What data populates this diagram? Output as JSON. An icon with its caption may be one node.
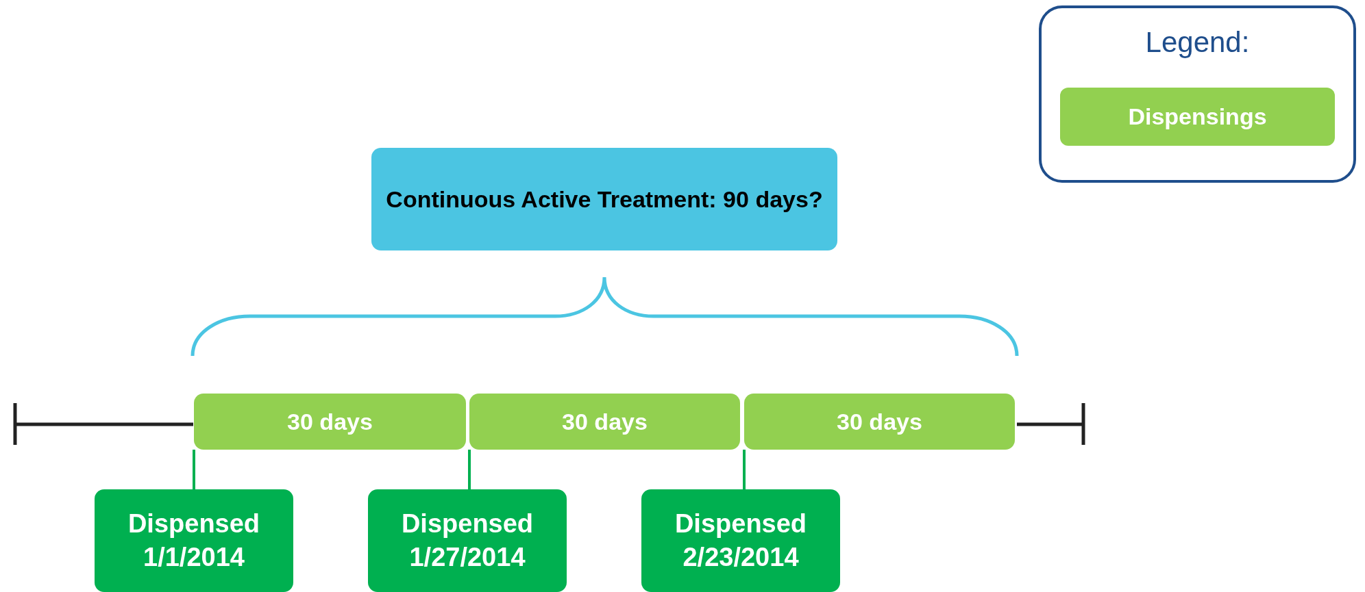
{
  "diagram": {
    "nodes": [
      {
        "text": [
          "Continuous Active Treatment: 90 days?"
        ]
      },
      {
        "text": [
          "30 days"
        ]
      },
      {
        "text": [
          "30 days"
        ]
      },
      {
        "text": [
          "30 days"
        ]
      },
      {
        "text": [
          "Dispensed 1/1/2014"
        ]
      },
      {
        "text": [
          "Dispensed 1/27/2014"
        ]
      },
      {
        "text": [
          "Dispensed 2/23/2014"
        ]
      }
    ],
    "edges": [
      {
        "from": 4,
        "to": 1,
        "arrow": "none"
      },
      {
        "from": 5,
        "to": 2,
        "arrow": "none"
      },
      {
        "from": 6,
        "to": 3,
        "arrow": "none"
      }
    ],
    "labels": [
      "Legend:"
    ],
    "legend": [
      {
        "text": "Dispensings",
        "color": "#92d050"
      }
    ]
  }
}
